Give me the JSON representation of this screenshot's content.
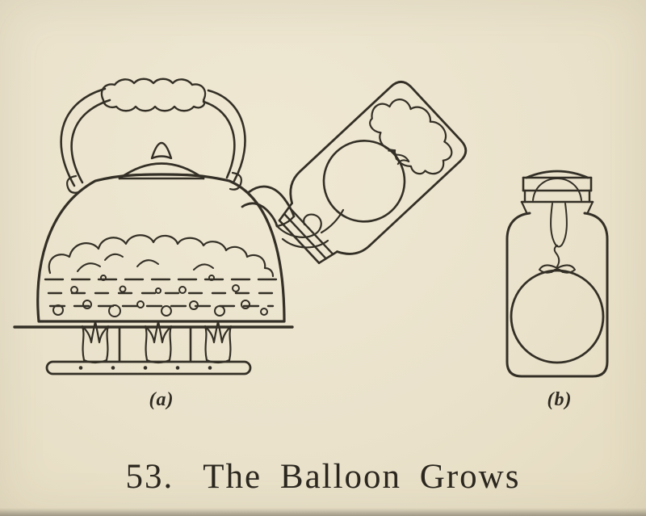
{
  "page": {
    "background_color": "#eae2cb",
    "ink_color": "#332f26"
  },
  "figure": {
    "labels": {
      "a": "(a)",
      "b": "(b)"
    },
    "caption": {
      "number": "53.",
      "title": "The Balloon Grows"
    },
    "illustration_parts": [
      "boiling-kettle-over-flames",
      "tilted-jar-with-balloon-and-steam-cloud",
      "sealed-jar-with-inflated-balloon"
    ]
  }
}
